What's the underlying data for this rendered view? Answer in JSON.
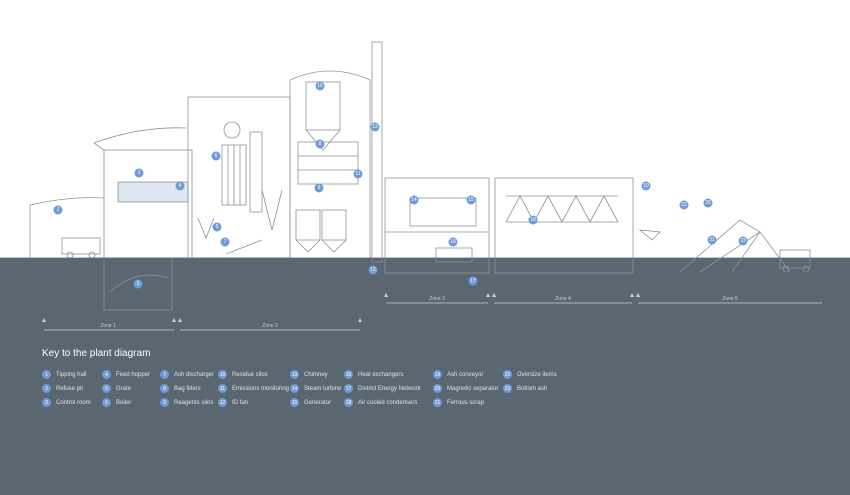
{
  "key_title": "Key to the plant diagram",
  "zones": [
    {
      "label": "Zone 1"
    },
    {
      "label": "Zone 2"
    },
    {
      "label": "Zone 3"
    },
    {
      "label": "Zone 4"
    },
    {
      "label": "Zone 5"
    }
  ],
  "key_items": [
    {
      "number": "1",
      "label": "Tipping hall"
    },
    {
      "number": "2",
      "label": "Refuse pit"
    },
    {
      "number": "3",
      "label": "Control room"
    },
    {
      "number": "4",
      "label": "Feed hopper"
    },
    {
      "number": "5",
      "label": "Grate"
    },
    {
      "number": "6",
      "label": "Boiler"
    },
    {
      "number": "7",
      "label": "Ash discharger"
    },
    {
      "number": "8",
      "label": "Bag filters"
    },
    {
      "number": "9",
      "label": "Reagents silos"
    },
    {
      "number": "10",
      "label": "Residue silos"
    },
    {
      "number": "11",
      "label": "Emissions monitoring"
    },
    {
      "number": "12",
      "label": "ID fan"
    },
    {
      "number": "13",
      "label": "Chimney"
    },
    {
      "number": "14",
      "label": "Steam turbine"
    },
    {
      "number": "15",
      "label": "Generator"
    },
    {
      "number": "16",
      "label": "Heat exchangers"
    },
    {
      "number": "17",
      "label": "District Energy Network"
    },
    {
      "number": "18",
      "label": "Air cooled condensers"
    },
    {
      "number": "19",
      "label": "Ash conveyor"
    },
    {
      "number": "20",
      "label": "Magnetic separator"
    },
    {
      "number": "21",
      "label": "Ferrous scrap"
    },
    {
      "number": "22",
      "label": "Oversize items"
    },
    {
      "number": "23",
      "label": "Bottom ash"
    }
  ],
  "markers": [
    "1",
    "2",
    "3",
    "4",
    "5",
    "6",
    "7",
    "8",
    "9",
    "10",
    "11",
    "12",
    "13",
    "14",
    "15",
    "16",
    "17",
    "18",
    "19",
    "20",
    "21",
    "22",
    "23"
  ],
  "colors": {
    "badge": "#6f9bd6",
    "ground": "#5a6670",
    "line": "#8a949c"
  }
}
